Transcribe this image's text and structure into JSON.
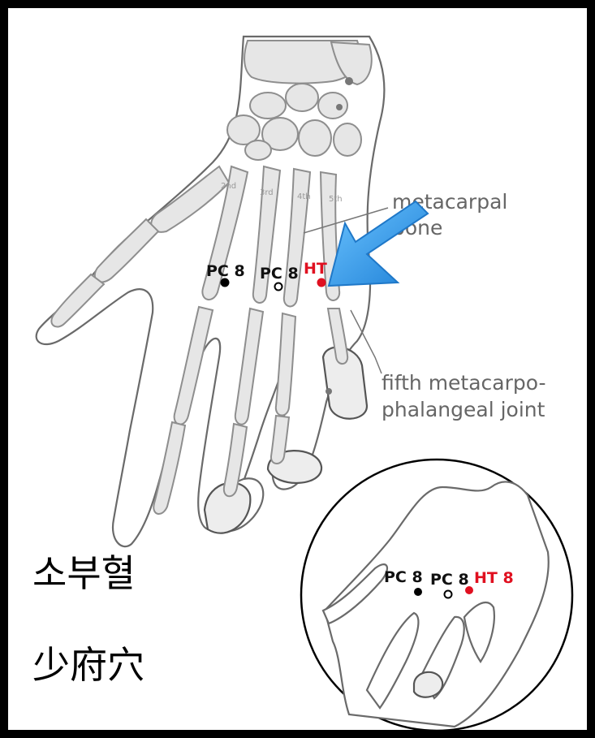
{
  "labels": {
    "pc8": "PC 8",
    "pc8_second": "PC 8",
    "ht8": "HT",
    "ht8_full": "HT 8",
    "metacarpal_line1": "metacarpal",
    "metacarpal_line2": "bone",
    "joint_line1": "fifth metacarpo-",
    "joint_line2": "phalangeal joint"
  },
  "finger_tags": [
    "2nd",
    "3rd",
    "4th",
    "5th"
  ],
  "title": {
    "korean": "소부혈",
    "hanja": "少府穴"
  },
  "colors": {
    "frame": "#000000",
    "bone_fill": "#e6e6e6",
    "bone_stroke": "#8e8e8e",
    "point_red": "#e01020",
    "point_black": "#000000",
    "arrow": "#3aa0ea"
  },
  "icons": {
    "arrow": "pointer-arrow-icon"
  }
}
